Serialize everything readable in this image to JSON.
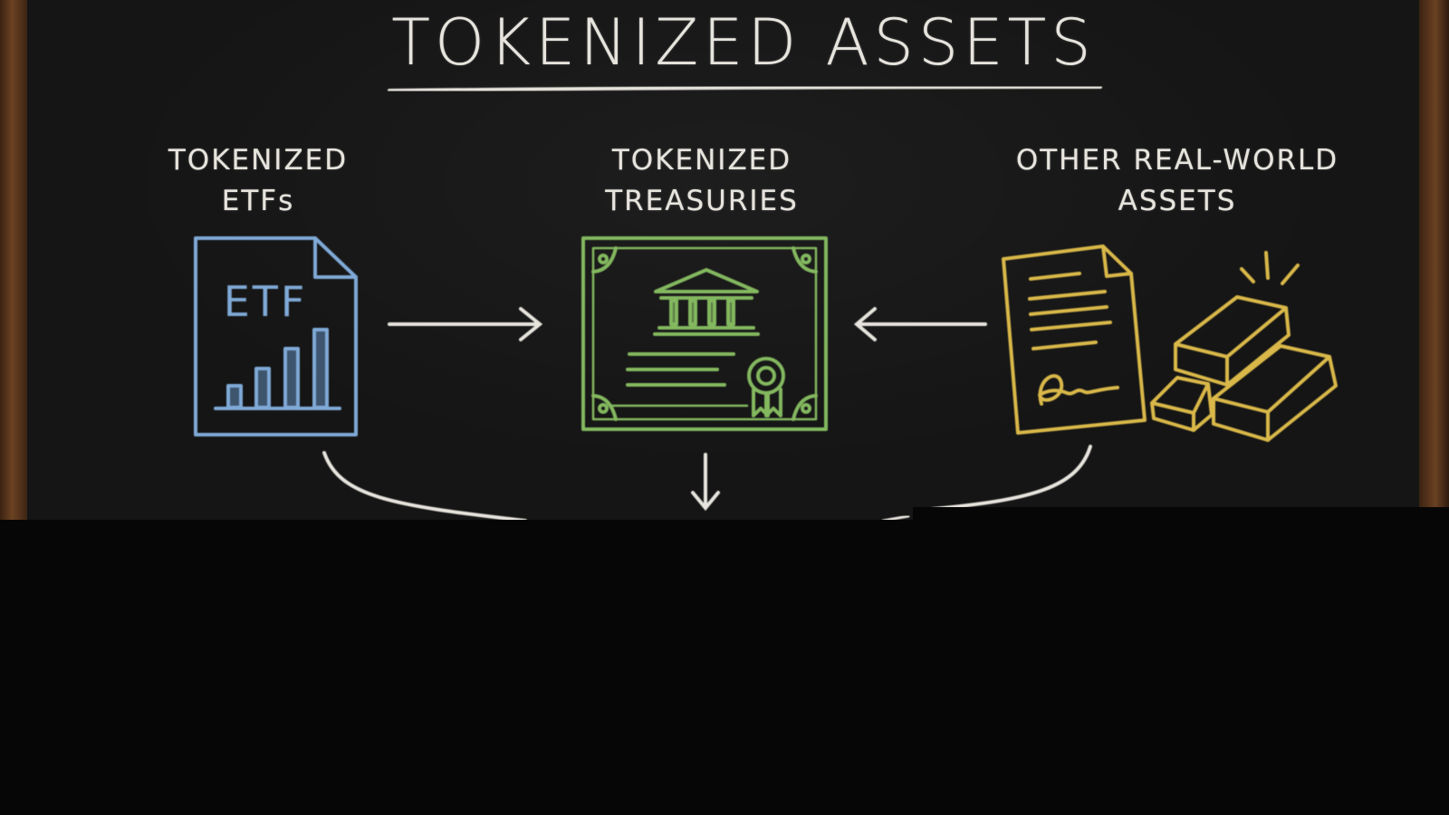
{
  "title": "TOKENIZED ASSETS",
  "categories": [
    {
      "id": "etf",
      "label": "TOKENIZED\nETFs",
      "icon": "etf-document-bar-chart-icon",
      "icon_text": "ETF",
      "color": "#7fa9d6"
    },
    {
      "id": "treasury",
      "label": "TOKENIZED\nTREASURIES",
      "icon": "treasury-certificate-icon",
      "color": "#83b85f"
    },
    {
      "id": "rwa",
      "label": "OTHER REAL-WORLD\nASSETS",
      "icon": "deed-and-gold-bars-icon",
      "color": "#d9b84a"
    }
  ],
  "chalk_color": "#e6e4dd"
}
